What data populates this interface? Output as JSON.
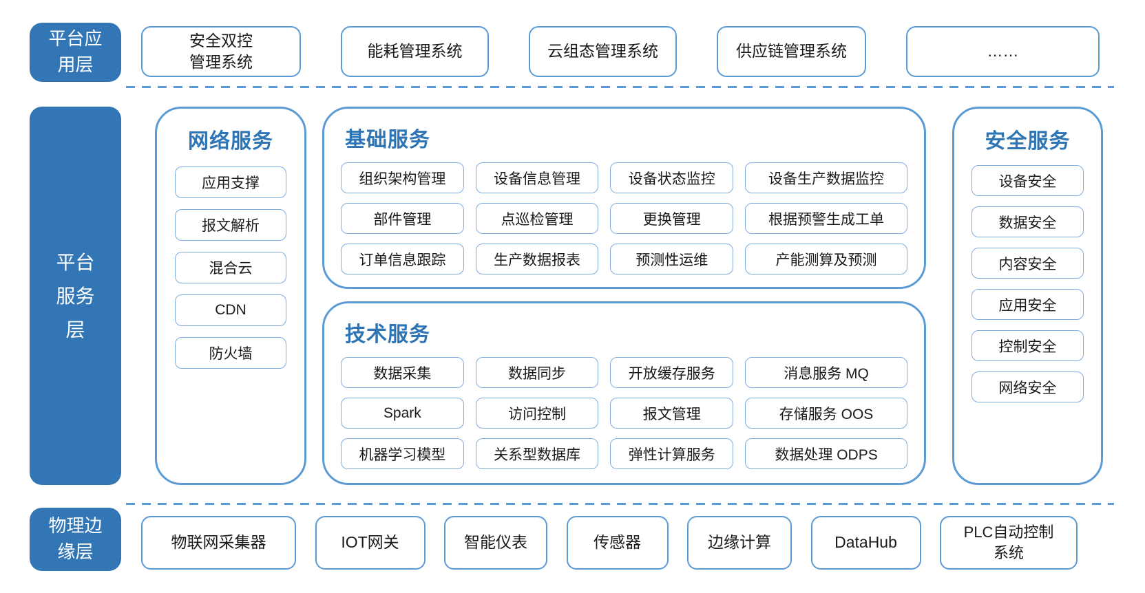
{
  "colors": {
    "layer_fill": "#3276B5",
    "container_border": "#5B9BD5",
    "item_border": "#7FACDF",
    "header_text": "#2E75B6",
    "dashed_divider": "#5B9BD5",
    "body_text": "#1A1A1A"
  },
  "app_layer": {
    "label": "平台应\n用层",
    "boxes": [
      "安全双控\n管理系统",
      "能耗管理系统",
      "云组态管理系统",
      "供应链管理系统",
      "……"
    ]
  },
  "service_layer": {
    "label": "平台\n服务\n层",
    "network": {
      "title": "网络服务",
      "items": [
        "应用支撑",
        "报文解析",
        "混合云",
        "CDN",
        "防火墙"
      ]
    },
    "basic": {
      "title": "基础服务",
      "items": [
        "组织架构管理",
        "设备信息管理",
        "设备状态监控",
        "设备生产数据监控",
        "部件管理",
        "点巡检管理",
        "更换管理",
        "根据预警生成工单",
        "订单信息跟踪",
        "生产数据报表",
        "预测性运维",
        "产能测算及预测"
      ]
    },
    "tech": {
      "title": "技术服务",
      "items": [
        "数据采集",
        "数据同步",
        "开放缓存服务",
        "消息服务 MQ",
        "Spark",
        "访问控制",
        "报文管理",
        "存储服务 OOS",
        "机器学习模型",
        "关系型数据库",
        "弹性计算服务",
        "数据处理 ODPS"
      ]
    },
    "security": {
      "title": "安全服务",
      "items": [
        "设备安全",
        "数据安全",
        "内容安全",
        "应用安全",
        "控制安全",
        "网络安全"
      ]
    }
  },
  "edge_layer": {
    "label": "物理边\n缘层",
    "boxes": [
      "物联网采集器",
      "IOT网关",
      "智能仪表",
      "传感器",
      "边缘计算",
      "DataHub",
      "PLC自动控制\n系统"
    ]
  }
}
